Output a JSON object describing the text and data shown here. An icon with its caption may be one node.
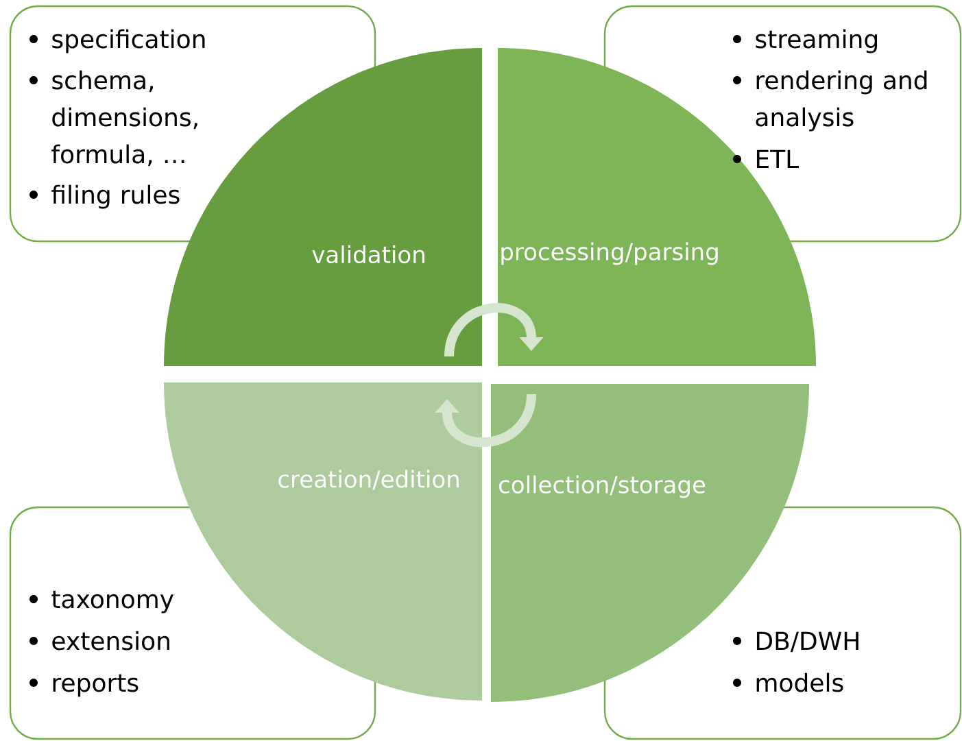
{
  "diagram": {
    "nodes": [
      {
        "text": [
          "specification",
          "schema, dimensions, formula, …",
          "filing rules"
        ]
      },
      {
        "text": [
          "streaming",
          "rendering and analysis",
          "ETL"
        ]
      },
      {
        "text": [
          "taxonomy",
          "extension",
          "reports"
        ]
      },
      {
        "text": [
          "DB/DWH",
          "models"
        ]
      },
      {
        "text": [
          "validation"
        ]
      },
      {
        "text": [
          "processing/parsing"
        ]
      },
      {
        "text": [
          "creation/edition"
        ]
      },
      {
        "text": [
          "collection/storage"
        ]
      }
    ],
    "edges": [
      {
        "from": 4,
        "to": 5,
        "arrow": "to"
      },
      {
        "from": 7,
        "to": 6,
        "arrow": "to"
      }
    ]
  }
}
